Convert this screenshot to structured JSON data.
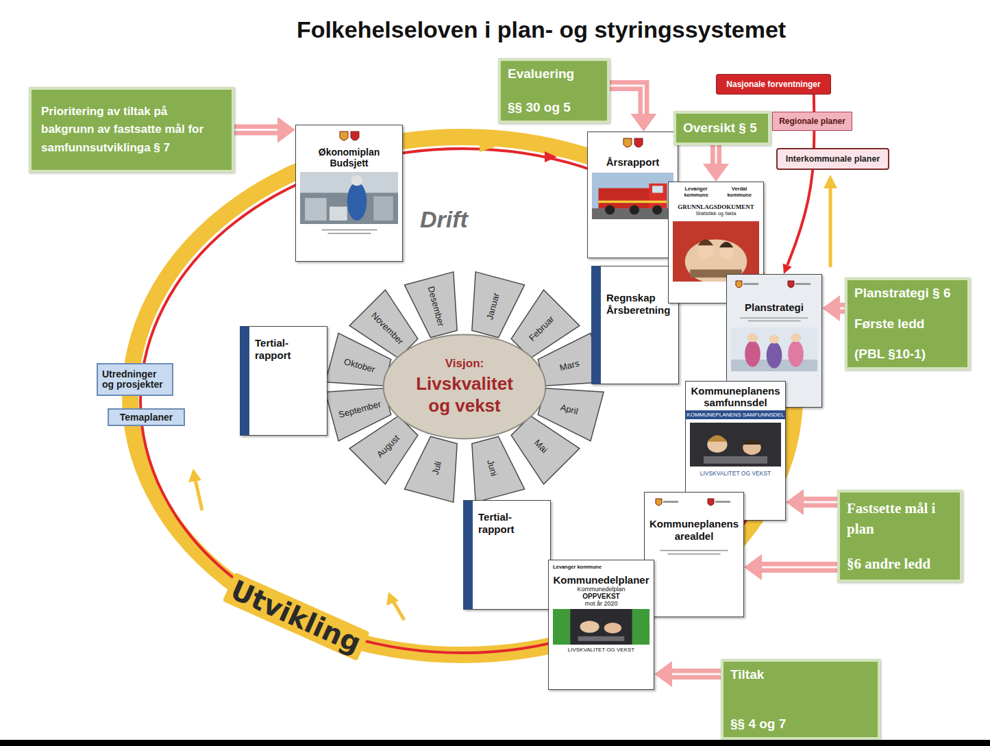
{
  "diagram": {
    "title": "Folkehelseloven i plan- og styringssystemet",
    "nodes": [
      {
        "text": [
          "Prioritering av tiltak på bakgrunn av fastsatte mål for samfunnsutviklinga § 7"
        ]
      },
      {
        "text": [
          "Økonomiplan Budsjett"
        ]
      },
      {
        "text": [
          "Evaluering",
          "§§ 30 og 5"
        ]
      },
      {
        "text": [
          "Årsrapport"
        ]
      },
      {
        "text": [
          "Oversikt § 5"
        ]
      },
      {
        "text": [
          "Nasjonale forventninger"
        ]
      },
      {
        "text": [
          "Regionale planer"
        ]
      },
      {
        "text": [
          "Interkommunale planer"
        ]
      },
      {
        "text": [
          "Levanger kommune",
          "Verdal kommune",
          "GRUNNLAGSDOKUMENT",
          "Statistikk og fakta"
        ]
      },
      {
        "text": [
          "Regnskap Årsberetning"
        ]
      },
      {
        "text": [
          "Planstrategi"
        ]
      },
      {
        "text": [
          "Planstrategi § 6",
          "Første ledd",
          "(PBL §10-1)"
        ]
      },
      {
        "text": [
          "Tertial- rapport"
        ]
      },
      {
        "text": [
          "Utredninger og prosjekter"
        ]
      },
      {
        "text": [
          "Temaplaner"
        ]
      },
      {
        "text": [
          "Kommuneplanens samfunnsdel",
          "KOMMUNEPLANENS SAMFUNNSDEL",
          "LIVSKVALITET OG VEKST"
        ]
      },
      {
        "text": [
          "Fastsette mål i plan",
          "§6 andre ledd"
        ]
      },
      {
        "text": [
          "Kommuneplanens arealdel"
        ]
      },
      {
        "text": [
          "Tertial- rapport"
        ]
      },
      {
        "text": [
          "Levanger kommune",
          "Kommunedelplaner",
          "Kommunedelplan",
          "OPPVEKST",
          "mot år 2020",
          "LIVSKVALITET OG VEKST"
        ]
      },
      {
        "text": [
          "Tiltak",
          "§§ 4 og 7"
        ]
      },
      {
        "text": [
          "Visjon:",
          "Livskvalitet og vekst"
        ]
      },
      {
        "text": [
          "Januar"
        ]
      },
      {
        "text": [
          "Februar"
        ]
      },
      {
        "text": [
          "Mars"
        ]
      },
      {
        "text": [
          "April"
        ]
      },
      {
        "text": [
          "Mai"
        ]
      },
      {
        "text": [
          "Juni"
        ]
      },
      {
        "text": [
          "Juli"
        ]
      },
      {
        "text": [
          "August"
        ]
      },
      {
        "text": [
          "September"
        ]
      },
      {
        "text": [
          "Oktober"
        ]
      },
      {
        "text": [
          "November"
        ]
      },
      {
        "text": [
          "Desember"
        ]
      }
    ],
    "edges": [
      {
        "from": 0,
        "to": 1,
        "arrow": "to"
      },
      {
        "from": 2,
        "to": 3,
        "arrow": "to"
      },
      {
        "from": 4,
        "to": 8,
        "arrow": "to"
      },
      {
        "from": 5,
        "to": 10,
        "arrow": "to"
      },
      {
        "from": 11,
        "to": 10,
        "arrow": "to"
      },
      {
        "from": 16,
        "to": 15,
        "arrow": "to"
      },
      {
        "from": 16,
        "to": 17,
        "arrow": "to"
      },
      {
        "from": 20,
        "to": 19,
        "arrow": "to"
      }
    ],
    "labels": [
      "Drift",
      "Utvikling"
    ]
  }
}
